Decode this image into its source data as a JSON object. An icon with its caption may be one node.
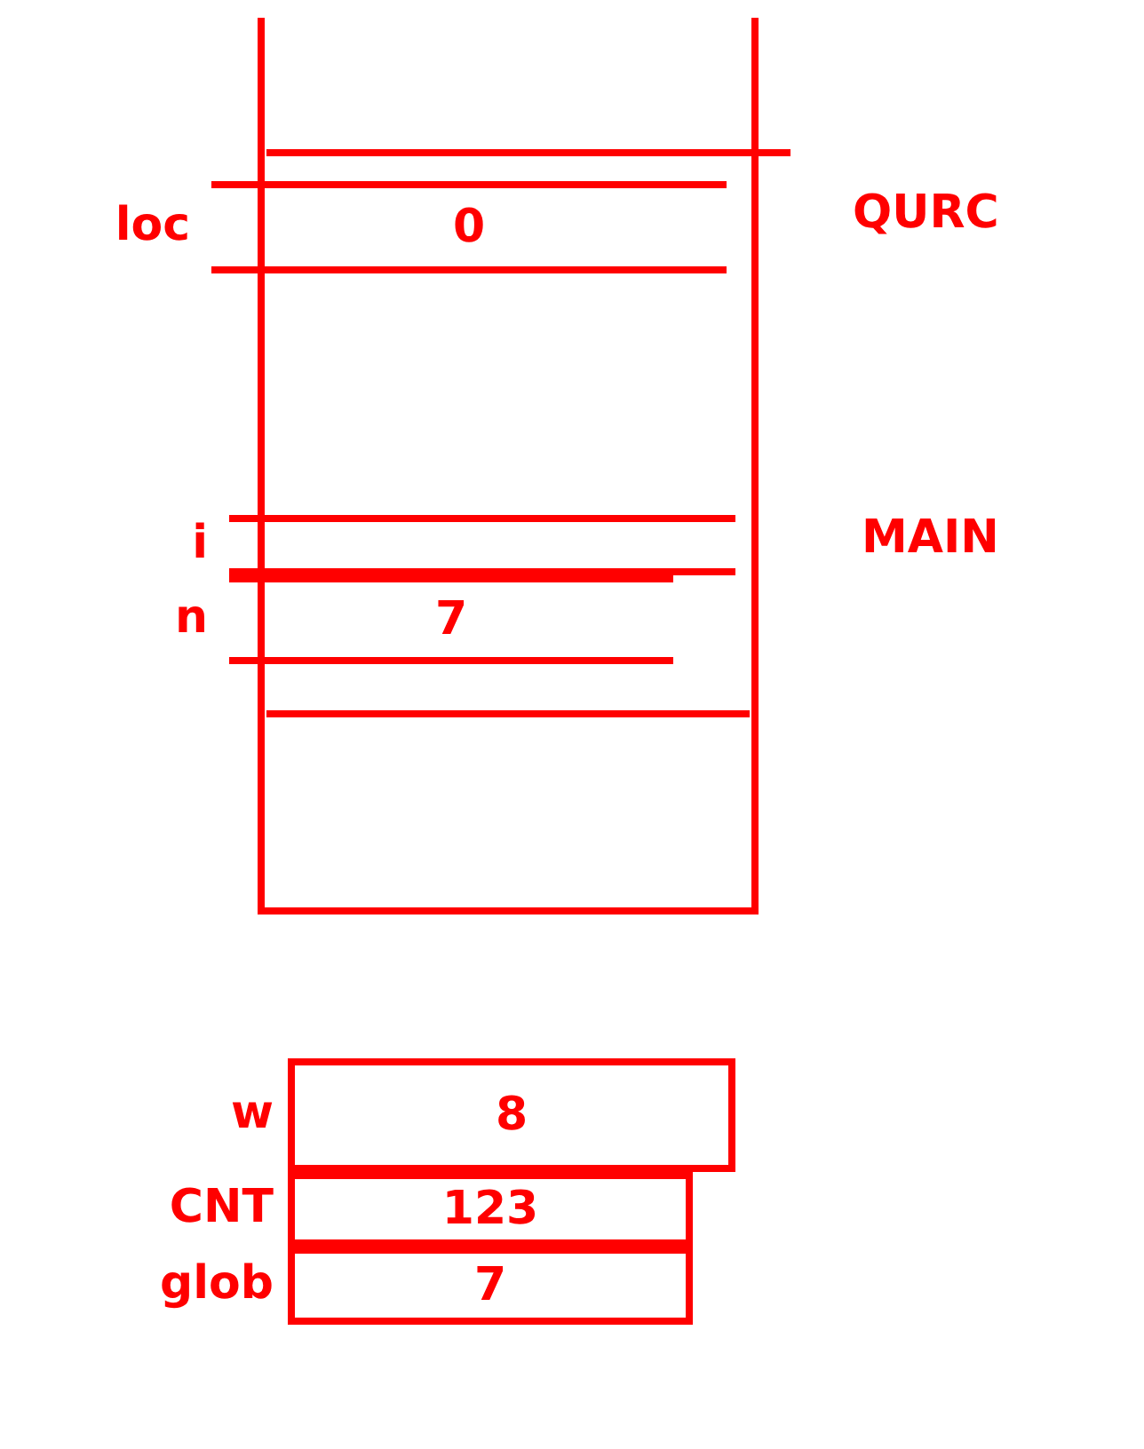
{
  "diagram": {
    "nodes": [
      {
        "text": [],
        "shape": "box"
      },
      {
        "text": [
          "0"
        ],
        "in": 0,
        "beside": [
          "loc"
        ]
      },
      {
        "text": [],
        "shape": "box",
        "in": 0,
        "beside": [
          "i"
        ]
      },
      {
        "text": [
          "7"
        ],
        "in": 0,
        "beside": [
          "n"
        ]
      },
      {
        "text": [
          "8"
        ],
        "beside": [
          "w"
        ]
      },
      {
        "text": [
          "123"
        ],
        "beside": [
          "CNT"
        ]
      },
      {
        "text": [
          "7"
        ],
        "beside": [
          "glob"
        ]
      }
    ],
    "edges": [],
    "labels": [
      "QURC",
      "MAIN"
    ]
  }
}
